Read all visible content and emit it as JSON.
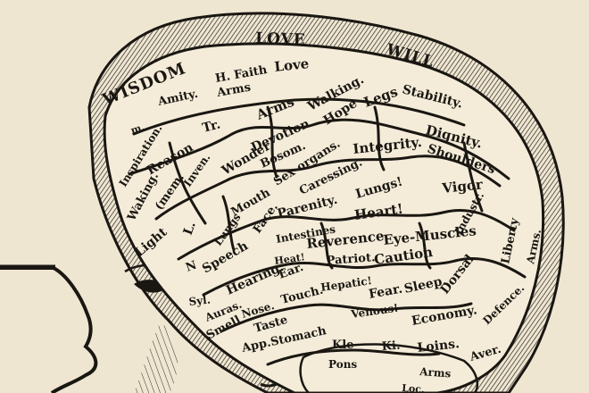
{
  "colors": {
    "paper": "#efe6d2",
    "ink": "#1a1712",
    "brain_fill": "#f4ecd9"
  },
  "band": {
    "wisdom": "WISDOM",
    "love": "LOVE",
    "will": "WILL"
  },
  "regions": [
    {
      "key": "faith",
      "text": "H. Faith"
    },
    {
      "key": "love",
      "text": "Love"
    },
    {
      "key": "amity",
      "text": "Amity."
    },
    {
      "key": "arms_top",
      "text": "Arms"
    },
    {
      "key": "m",
      "text": "m."
    },
    {
      "key": "inspiration",
      "text": "Inspiration."
    },
    {
      "key": "reason",
      "text": "Reason"
    },
    {
      "key": "tr",
      "text": "Tr."
    },
    {
      "key": "arms_mid",
      "text": "Arms"
    },
    {
      "key": "walking",
      "text": "Walking."
    },
    {
      "key": "hope",
      "text": "Hope"
    },
    {
      "key": "legs",
      "text": "Legs"
    },
    {
      "key": "stability",
      "text": "Stability."
    },
    {
      "key": "waking",
      "text": "Waking."
    },
    {
      "key": "mem",
      "text": "(mem."
    },
    {
      "key": "inven",
      "text": "Inven."
    },
    {
      "key": "wonder",
      "text": "Wonder"
    },
    {
      "key": "devotion",
      "text": "Devotion"
    },
    {
      "key": "bosom",
      "text": "Bosom."
    },
    {
      "key": "sex_organs",
      "text": "Sex-organs."
    },
    {
      "key": "caressing",
      "text": "Caressing."
    },
    {
      "key": "integrity",
      "text": "Integrity."
    },
    {
      "key": "dignity",
      "text": "Dignity."
    },
    {
      "key": "shoulders",
      "text": "Shoulders"
    },
    {
      "key": "light",
      "text": "Light"
    },
    {
      "key": "l",
      "text": "L."
    },
    {
      "key": "mouth",
      "text": "Mouth"
    },
    {
      "key": "face",
      "text": "Face."
    },
    {
      "key": "parenity",
      "text": "Parenity."
    },
    {
      "key": "lungs_right",
      "text": "Lungs!"
    },
    {
      "key": "vigor",
      "text": "Vigor"
    },
    {
      "key": "intestines",
      "text": "Intestines"
    },
    {
      "key": "heart",
      "text": "Heart!"
    },
    {
      "key": "industr",
      "text": "Industr."
    },
    {
      "key": "liberty",
      "text": "Liberty"
    },
    {
      "key": "n",
      "text": "N"
    },
    {
      "key": "speech",
      "text": "Speech"
    },
    {
      "key": "lungs_left",
      "text": "Lungs"
    },
    {
      "key": "reverence",
      "text": "Reverence."
    },
    {
      "key": "eye_muscles",
      "text": "Eye-Muscles"
    },
    {
      "key": "patriot",
      "text": "Patriot."
    },
    {
      "key": "caution",
      "text": "Caution"
    },
    {
      "key": "arms_right",
      "text": "Arms."
    },
    {
      "key": "heat",
      "text": "Heat!"
    },
    {
      "key": "syl",
      "text": "Syl."
    },
    {
      "key": "hearing",
      "text": "Hearing."
    },
    {
      "key": "ear",
      "text": "Ear."
    },
    {
      "key": "touch",
      "text": "Touch."
    },
    {
      "key": "hepatic",
      "text": "Hepatic!"
    },
    {
      "key": "fear",
      "text": "Fear."
    },
    {
      "key": "sleep",
      "text": "Sleep."
    },
    {
      "key": "dorsal",
      "text": "Dorsal"
    },
    {
      "key": "auras",
      "text": "Auras."
    },
    {
      "key": "nose",
      "text": "Nose."
    },
    {
      "key": "smell",
      "text": "Smell"
    },
    {
      "key": "taste",
      "text": "Taste"
    },
    {
      "key": "venous",
      "text": "Venous!"
    },
    {
      "key": "economy",
      "text": "Economy."
    },
    {
      "key": "defence",
      "text": "Defence."
    },
    {
      "key": "app_stomach",
      "text": "App.Stomach"
    },
    {
      "key": "kle",
      "text": "Kle"
    },
    {
      "key": "ki",
      "text": "Ki."
    },
    {
      "key": "loins",
      "text": "Loins."
    },
    {
      "key": "aver",
      "text": "Aver."
    },
    {
      "key": "pons",
      "text": "Pons"
    },
    {
      "key": "arms_bottom",
      "text": "Arms"
    },
    {
      "key": "loc",
      "text": "Loc."
    }
  ]
}
